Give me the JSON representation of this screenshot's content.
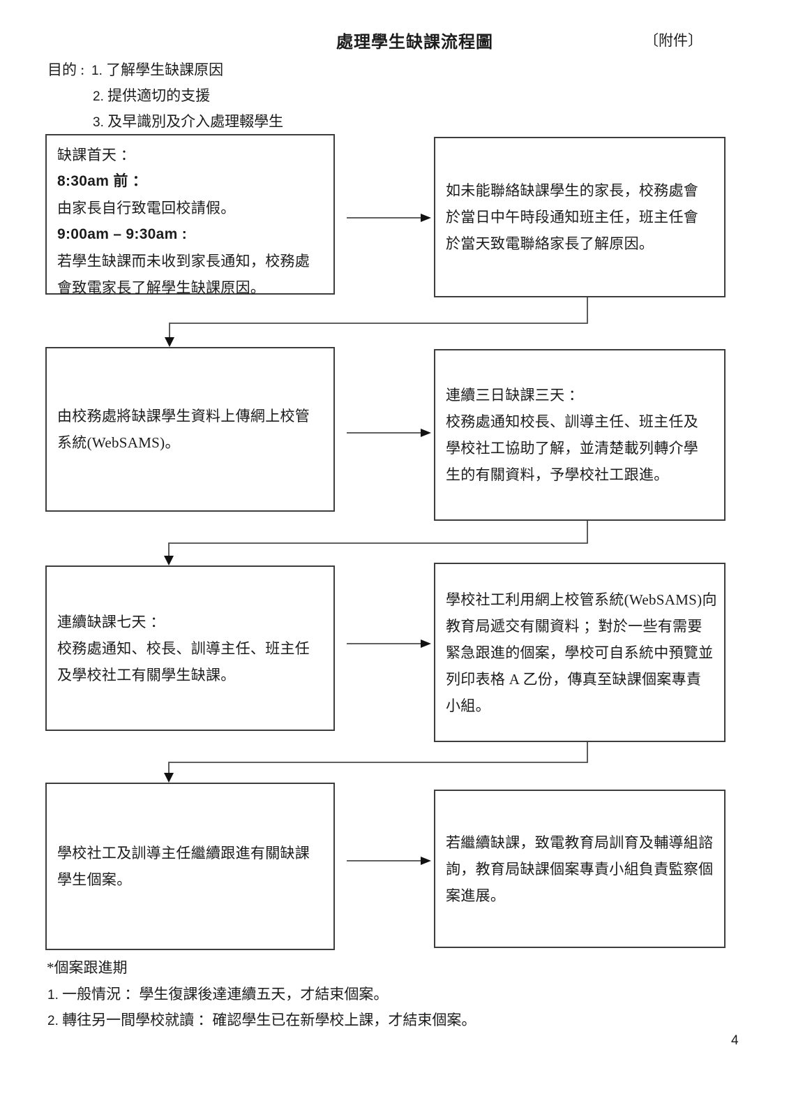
{
  "page": {
    "title": "處理學生缺課流程圖",
    "attachment": "〔附件〕",
    "page_number": "4"
  },
  "purpose": {
    "label": "目的 :",
    "items": [
      {
        "num": "1.",
        "text": "了解學生缺課原因"
      },
      {
        "num": "2.",
        "text": "提供適切的支援"
      },
      {
        "num": "3.",
        "text": "及早識別及介入處理輟學生"
      }
    ]
  },
  "flowchart": {
    "boxes": {
      "first_day": {
        "lines": [
          "缺課首天 ：",
          "8:30am 前 ：",
          "由家長自行致電回校請假。",
          "9:00am – 9:30am :",
          "若學生缺課而未收到家長通知，校務處",
          "會致電家長了解學生缺課原因。"
        ]
      },
      "notify_parents": {
        "lines": [
          "如未能聯絡缺課學生的家長，校務處會",
          "於當日中午時段通知班主任，班主任會",
          "於當天致電聯絡家長了解原因。"
        ]
      },
      "upload_websams": {
        "lines": [
          "由校務處將缺課學生資料上傳網上校管",
          "系統(WebSAMS)。"
        ]
      },
      "three_days": {
        "lines": [
          "連續三日缺課三天 ：",
          "校務處通知校長、訓導主任、班主任及",
          "學校社工協助了解，並清楚載列轉介學",
          "生的有關資料，予學校社工跟進。"
        ]
      },
      "seven_days": {
        "lines": [
          "連續缺課七天 ：",
          "校務處通知、校長、訓導主任、班主任",
          "及學校社工有關學生缺課。"
        ]
      },
      "sw_submit": {
        "lines": [
          "學校社工利用網上校管系統(WebSAMS)向",
          "教育局遞交有關資料 ；對於一些有需要",
          "緊急跟進的個案，學校可自系統中預覽並",
          "列印表格 A 乙份，傳真至缺課個案專責",
          "小組。"
        ]
      },
      "continue_follow": {
        "lines": [
          "學校社工及訓導主任繼續跟進有關缺課",
          "學生個案。"
        ]
      },
      "edb_monitor": {
        "lines": [
          "若繼續缺課，致電教育局訓育及輔導組諮",
          "詢，教育局缺課個案專責小組負責監察個",
          "案進展。"
        ]
      }
    }
  },
  "footnote": {
    "heading": "*個案跟進期",
    "items": [
      {
        "num": "1.",
        "text": "一般情況 ：學生復課後達連續五天，才結束個案。"
      },
      {
        "num": "2.",
        "text": "轉往另一間學校就讀 ：確認學生已在新學校上課，才結束個案。"
      }
    ]
  },
  "colors": {
    "box_border": "#3d3d3d",
    "connector": "#4a4a4a",
    "text": "#1c1c1c"
  }
}
